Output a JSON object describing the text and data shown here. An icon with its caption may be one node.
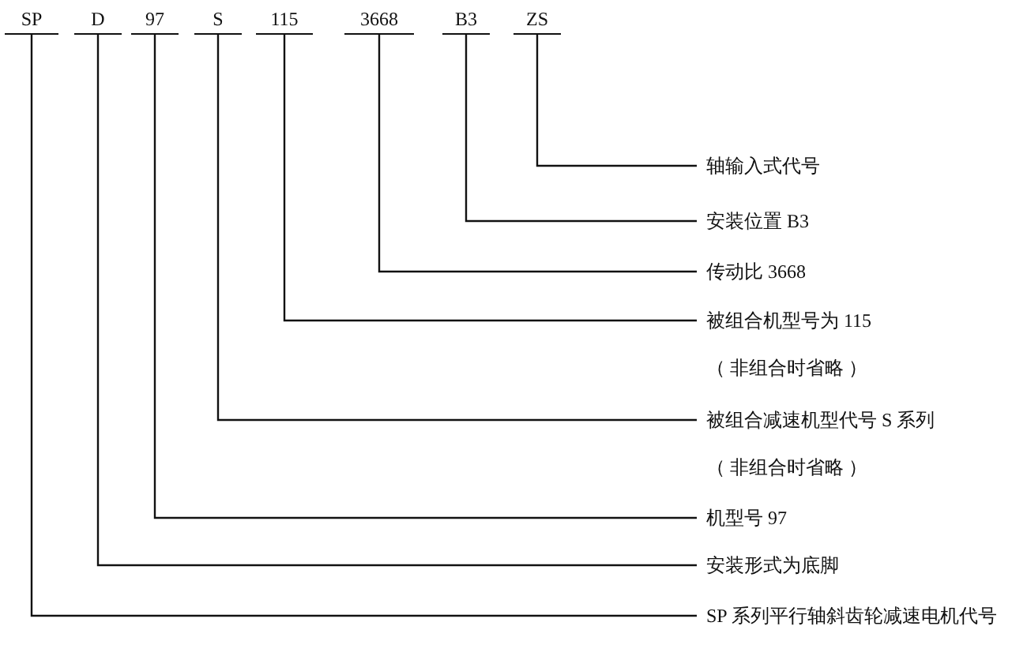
{
  "diagram": {
    "nodes": [
      {
        "text": [
          "SP"
        ]
      },
      {
        "text": [
          "D"
        ]
      },
      {
        "text": [
          "97"
        ]
      },
      {
        "text": [
          "S"
        ]
      },
      {
        "text": [
          "115"
        ]
      },
      {
        "text": [
          "3668"
        ]
      },
      {
        "text": [
          "B3"
        ]
      },
      {
        "text": [
          "ZS"
        ]
      },
      {
        "text": [
          "轴输入式代号"
        ]
      },
      {
        "text": [
          "安装位置 B3"
        ]
      },
      {
        "text": [
          "传动比 3668"
        ]
      },
      {
        "text": [
          "被组合机型号为 115",
          "（ 非组合时省略 ）"
        ]
      },
      {
        "text": [
          "被组合减速机型代号 S 系列",
          "（ 非组合时省略 ）"
        ]
      },
      {
        "text": [
          "机型号 97"
        ]
      },
      {
        "text": [
          "安装形式为底脚"
        ]
      },
      {
        "text": [
          "SP 系列平行轴斜齿轮减速电机代号"
        ]
      }
    ],
    "edges": [
      {
        "from": 7,
        "to": 8,
        "arrow": "none"
      },
      {
        "from": 6,
        "to": 9,
        "arrow": "none"
      },
      {
        "from": 5,
        "to": 10,
        "arrow": "none"
      },
      {
        "from": 4,
        "to": 11,
        "arrow": "none"
      },
      {
        "from": 3,
        "to": 12,
        "arrow": "none"
      },
      {
        "from": 2,
        "to": 13,
        "arrow": "none"
      },
      {
        "from": 1,
        "to": 14,
        "arrow": "none"
      },
      {
        "from": 0,
        "to": 15,
        "arrow": "none"
      }
    ]
  }
}
